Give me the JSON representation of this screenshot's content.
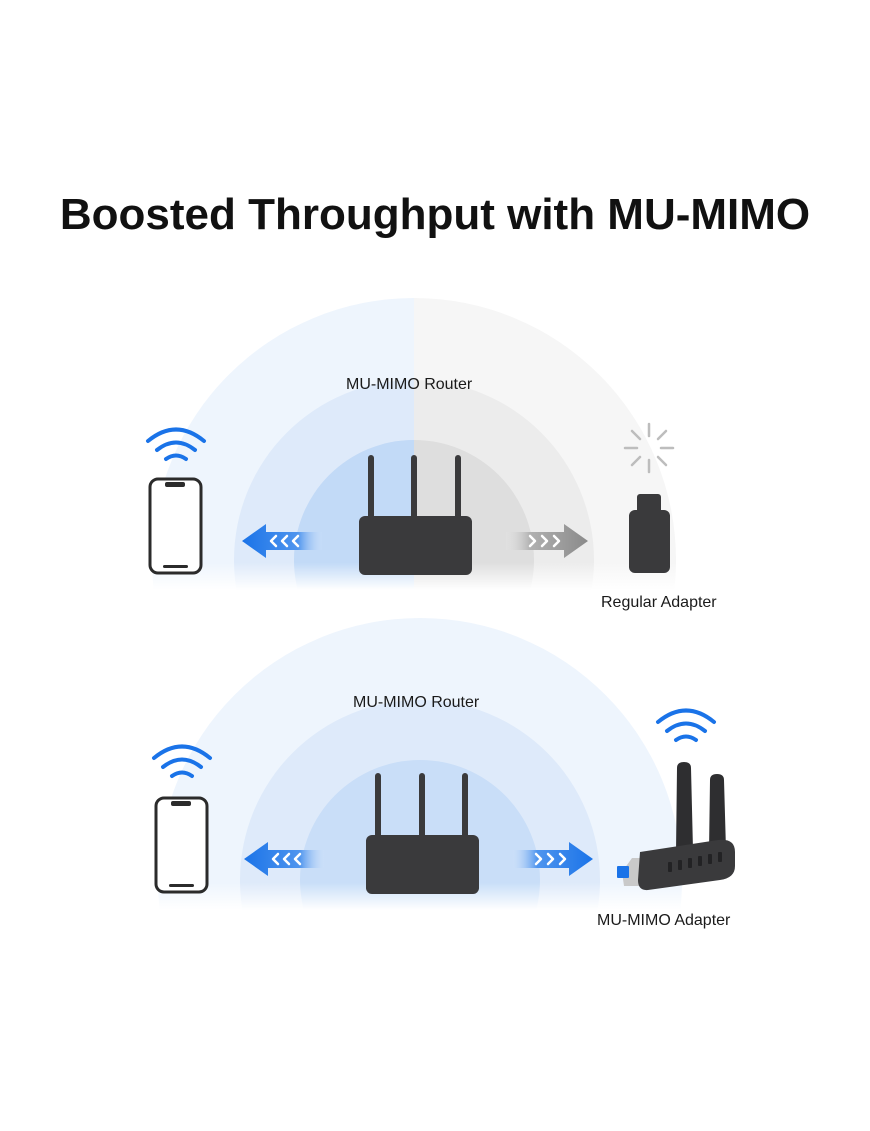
{
  "title": "Boosted Throughput with MU-MIMO",
  "scenarios": [
    {
      "router_label": "MU-MIMO Router",
      "adapter_label": "Regular Adapter",
      "adapter_type": "regular-adapter",
      "adapter_signal": "weak",
      "colors": {
        "phone_arrow": "#1a73e8",
        "adapter_arrow": "#9e9e9e",
        "halo": "#d6e6fa"
      }
    },
    {
      "router_label": "MU-MIMO Router",
      "adapter_label": "MU-MIMO Adapter",
      "adapter_type": "mu-mimo-adapter",
      "adapter_signal": "strong",
      "colors": {
        "phone_arrow": "#1a73e8",
        "adapter_arrow": "#1a73e8",
        "halo": "#d6e6fa"
      }
    }
  ],
  "icons": [
    "wifi-icon",
    "smartphone-icon",
    "router-icon",
    "usb-adapter-icon",
    "no-signal-icon",
    "arrow-left-icon",
    "arrow-right-icon"
  ]
}
